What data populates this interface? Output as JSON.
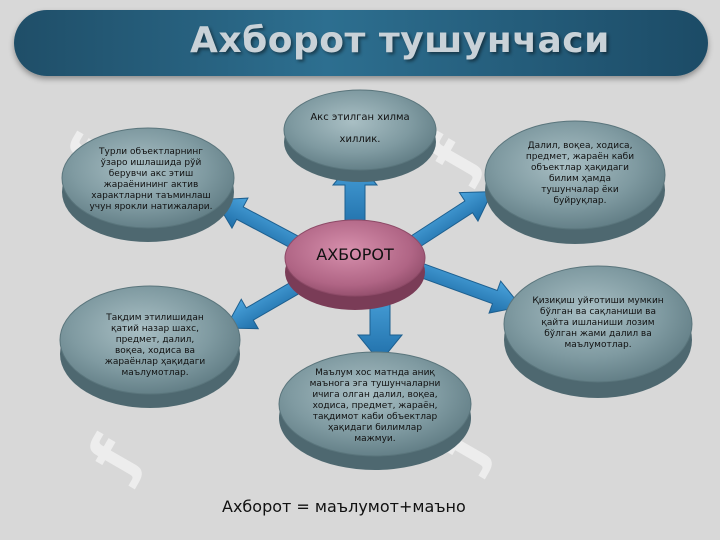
{
  "title": "Ахборот тушунчаси",
  "center": {
    "label": "АХБОРОТ"
  },
  "discs": [
    {
      "id": "top",
      "lines": [
        "Акс этилган хилма",
        "",
        "хиллик."
      ]
    },
    {
      "id": "top-left",
      "lines": [
        "Турли объектларнинг",
        "ўзаро ишлашида рўй",
        "берувчи акс этиш",
        "жараёнининг актив",
        "характларни таъминлаш",
        "учун ярокли натижалари."
      ]
    },
    {
      "id": "top-right",
      "lines": [
        "Далил, воқеа, ходиса,",
        "предмет, жараён каби",
        "объектлар ҳақидаги",
        "билим ҳамда",
        "тушунчалар ёки",
        "буйруқлар."
      ]
    },
    {
      "id": "bottom-left",
      "lines": [
        "Тақдим этилишидан",
        "қатий назар шахс,",
        "предмет, далил,",
        "воқеа, ходиса ва",
        "жараёнлар ҳақидаги",
        "маълумотлар."
      ]
    },
    {
      "id": "bottom-center",
      "lines": [
        "Маълум хос матнда аниқ",
        "маънога эга тушунчаларни",
        "ичига олган далил, воқеа,",
        "ходиса, предмет, жараён,",
        "тақдимот каби объектлар",
        "ҳақидаги билимлар",
        "мажмуи."
      ]
    },
    {
      "id": "bottom-right",
      "lines": [
        "Қизиқиш уйғотиши мумкин",
        "бўлган ва сақланиши ва",
        "қайта ишланиши лозим",
        "бўлган жами далил ва",
        "маълумотлар."
      ]
    }
  ],
  "formula": "Ахборот = маълумот+маъно",
  "colors": {
    "title_band": "#2d6f90",
    "disc": "#6f8c94",
    "disc_side": "#4e6870",
    "center": "#b06585",
    "arrow": "#2f86c0"
  }
}
